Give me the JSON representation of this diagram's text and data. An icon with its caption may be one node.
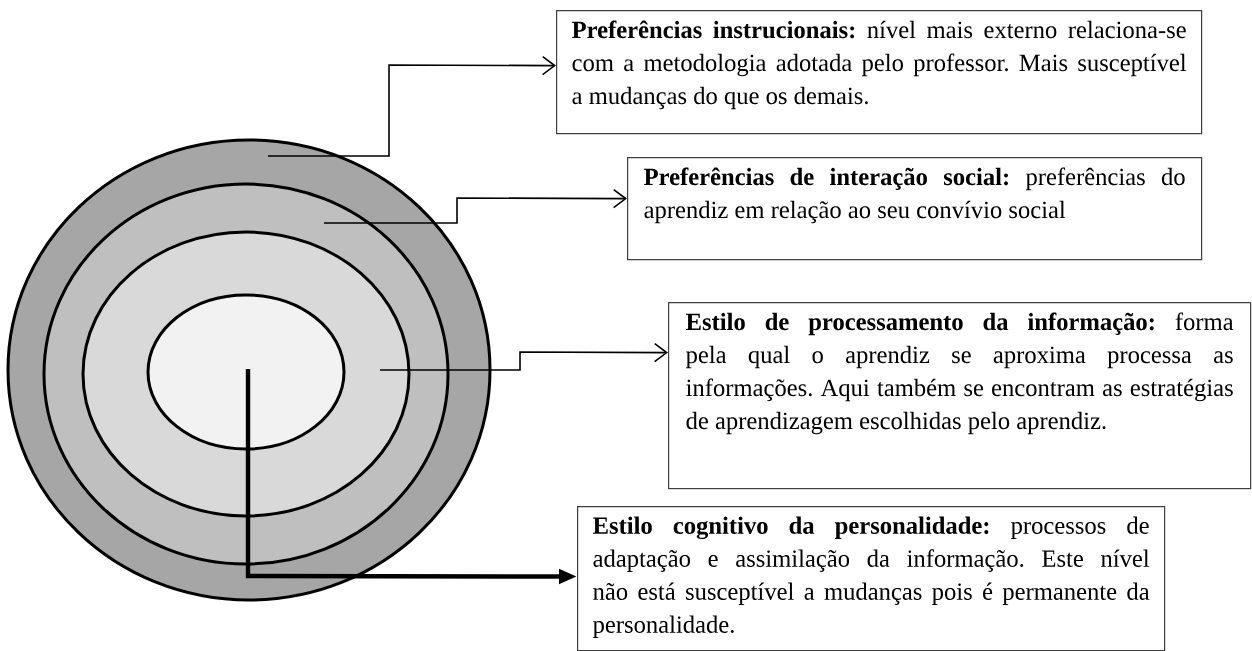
{
  "diagram": {
    "nodes": [
      {
        "text": [],
        "shape": "ellipse"
      },
      {
        "text": [],
        "shape": "ellipse",
        "in": 0
      },
      {
        "text": [],
        "shape": "ellipse",
        "in": 1
      },
      {
        "text": [],
        "shape": "ellipse",
        "in": 2
      },
      {
        "text": [
          "**Preferências instrucionais:** nível mais externo relaciona-se com a metodologia adotada pelo professor. Mais susceptível a mudanças do que os demais."
        ]
      },
      {
        "text": [
          "**Preferências de interação social:** preferências do aprendiz em relação ao seu convívio social"
        ]
      },
      {
        "text": [
          "**Estilo de processamento da informação:** forma pela qual o aprendiz se aproxima processa as informações. Aqui também se encontram as estratégias de aprendizagem escolhidas pelo aprendiz."
        ]
      },
      {
        "text": [
          "**Estilo cognitivo da personalidade:** processos de adaptação e assimilação da informação. Este nível não está susceptível a mudanças pois é permanente da personalidade."
        ]
      }
    ],
    "edges": [
      {
        "from": 0,
        "to": 4,
        "arrow": "to"
      },
      {
        "from": 1,
        "to": 5,
        "arrow": "to"
      },
      {
        "from": 2,
        "to": 6,
        "arrow": "to"
      },
      {
        "from": 3,
        "to": 7,
        "arrow": "to",
        "style": "thick"
      }
    ]
  }
}
